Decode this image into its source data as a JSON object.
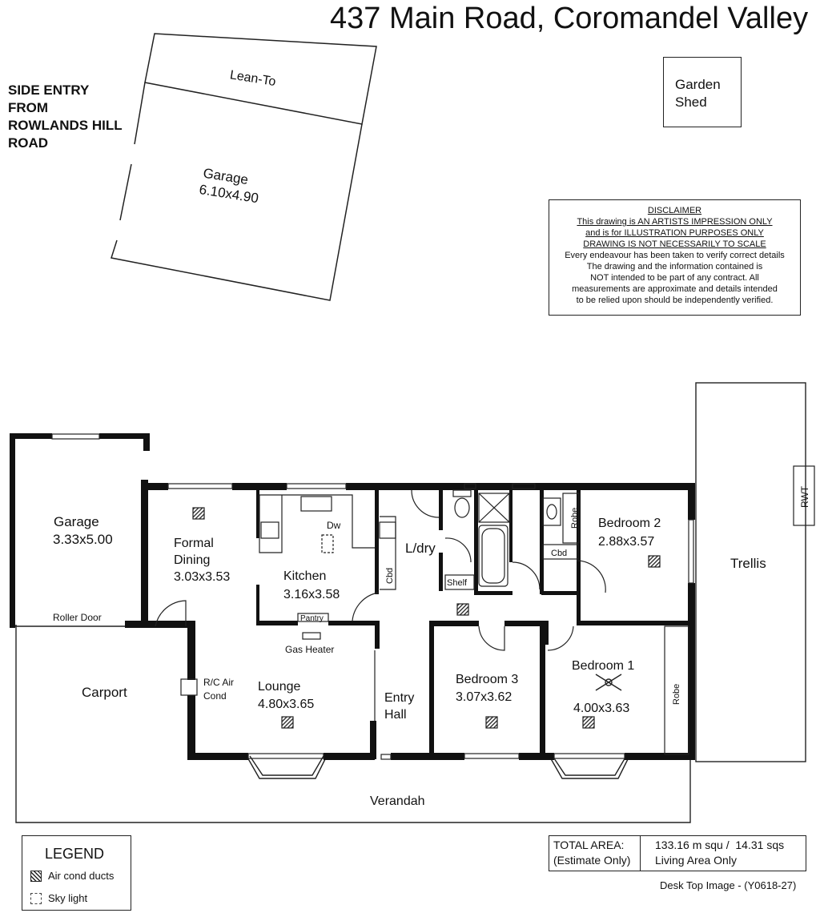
{
  "header": {
    "address": "437 Main Road, Coromandel Valley"
  },
  "side_entry": [
    "SIDE ENTRY",
    "FROM",
    "ROWLANDS HILL",
    "ROAD"
  ],
  "outbuildings": {
    "lean_to": "Lean-To",
    "rear_garage": {
      "name": "Garage",
      "size": "6.10x4.90"
    },
    "garden_shed": [
      "Garden",
      "Shed"
    ]
  },
  "disclaimer": {
    "title": "DISCLAIMER",
    "underlined": [
      "This drawing is AN ARTISTS IMPRESSION ONLY",
      "and is for ILLUSTRATION PURPOSES ONLY",
      "DRAWING IS NOT NECESSARILY TO SCALE"
    ],
    "body": [
      "Every endeavour has been taken to verify correct details",
      "The drawing and the information contained is",
      "NOT intended to be part of any contract. All",
      "measurements are approximate and details intended",
      "to be relied upon should be independently verified."
    ]
  },
  "rooms": {
    "garage": {
      "name": "Garage",
      "size": "3.33x5.00"
    },
    "formal_dining": {
      "name1": "Formal",
      "name2": "Dining",
      "size": "3.03x3.53"
    },
    "kitchen": {
      "name": "Kitchen",
      "size": "3.16x3.58"
    },
    "laundry": {
      "name": "L/dry"
    },
    "bedroom2": {
      "name": "Bedroom 2",
      "size": "2.88x3.57"
    },
    "lounge": {
      "name": "Lounge",
      "size": "4.80x3.65"
    },
    "entry_hall": {
      "name1": "Entry",
      "name2": "Hall"
    },
    "bedroom3": {
      "name": "Bedroom 3",
      "size": "3.07x3.62"
    },
    "bedroom1": {
      "name": "Bedroom 1",
      "size": "4.00x3.63"
    },
    "carport": {
      "name": "Carport"
    },
    "verandah": {
      "name": "Verandah"
    },
    "trellis": {
      "name": "Trellis"
    }
  },
  "fixtures": {
    "roller_door": "Roller Door",
    "pantry": "Pantry",
    "gas_heater": "Gas Heater",
    "rc_air_cond": [
      "R/C Air",
      "Cond"
    ],
    "dw": "Dw",
    "cbd": "Cbd",
    "shelf": "Shelf",
    "robe": "Robe",
    "rwt": "RWT"
  },
  "legend": {
    "title": "LEGEND",
    "items": [
      {
        "label": "Air cond ducts",
        "icon": "air-duct-icon"
      },
      {
        "label": "Sky light",
        "icon": "skylight-icon"
      }
    ]
  },
  "area": {
    "label1": "TOTAL AREA:",
    "label2": "(Estimate Only)",
    "value1": "133.16 m squ /  14.31 sqs",
    "value2": "Living Area Only"
  },
  "footer": {
    "ref": "Desk Top Image - (Y0618-27)"
  }
}
